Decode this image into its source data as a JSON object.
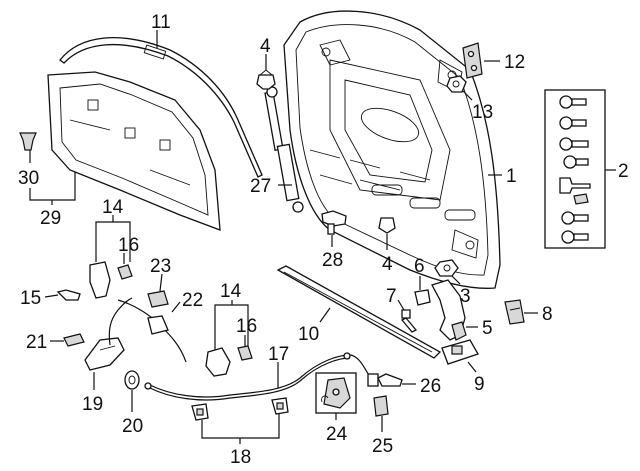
{
  "callouts": [
    {
      "id": "c1",
      "text": "1"
    },
    {
      "id": "c2",
      "text": "2"
    },
    {
      "id": "c3",
      "text": "3"
    },
    {
      "id": "c4a",
      "text": "4"
    },
    {
      "id": "c4b",
      "text": "4"
    },
    {
      "id": "c5",
      "text": "5"
    },
    {
      "id": "c6",
      "text": "6"
    },
    {
      "id": "c7",
      "text": "7"
    },
    {
      "id": "c8",
      "text": "8"
    },
    {
      "id": "c9",
      "text": "9"
    },
    {
      "id": "c10",
      "text": "10"
    },
    {
      "id": "c11",
      "text": "11"
    },
    {
      "id": "c12",
      "text": "12"
    },
    {
      "id": "c13",
      "text": "13"
    },
    {
      "id": "c14a",
      "text": "14"
    },
    {
      "id": "c14b",
      "text": "14"
    },
    {
      "id": "c15",
      "text": "15"
    },
    {
      "id": "c16a",
      "text": "16"
    },
    {
      "id": "c16b",
      "text": "16"
    },
    {
      "id": "c17",
      "text": "17"
    },
    {
      "id": "c18",
      "text": "18"
    },
    {
      "id": "c19",
      "text": "19"
    },
    {
      "id": "c20",
      "text": "20"
    },
    {
      "id": "c21",
      "text": "21"
    },
    {
      "id": "c22",
      "text": "22"
    },
    {
      "id": "c23",
      "text": "23"
    },
    {
      "id": "c24",
      "text": "24"
    },
    {
      "id": "c25",
      "text": "25"
    },
    {
      "id": "c26",
      "text": "26"
    },
    {
      "id": "c27",
      "text": "27"
    },
    {
      "id": "c28",
      "text": "28"
    },
    {
      "id": "c29",
      "text": "29"
    },
    {
      "id": "c30",
      "text": "30"
    }
  ]
}
